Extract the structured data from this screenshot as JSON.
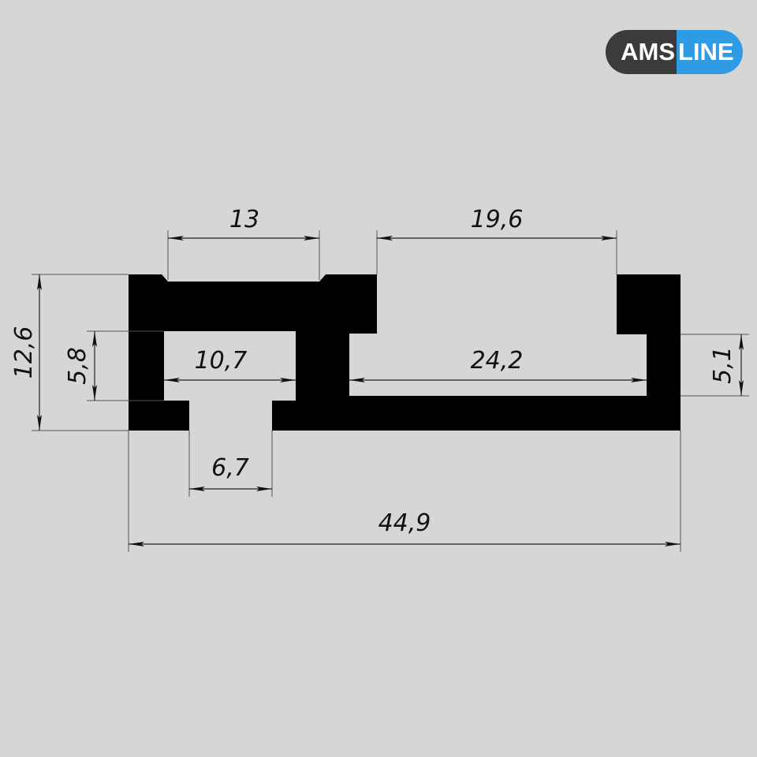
{
  "logo": {
    "part1": "AMS",
    "part2": "LINE",
    "colors": {
      "dark": "#3b3b3b",
      "accent": "#2e9be4"
    }
  },
  "dimensions": {
    "top_slot_width": "13",
    "top_channel_opening": "19,6",
    "total_height": "12,6",
    "left_chamber_height": "5,8",
    "left_chamber_width": "10,7",
    "right_channel_width": "24,2",
    "right_channel_height": "5,1",
    "bottom_slot_width": "6,7",
    "total_width": "44,9"
  }
}
